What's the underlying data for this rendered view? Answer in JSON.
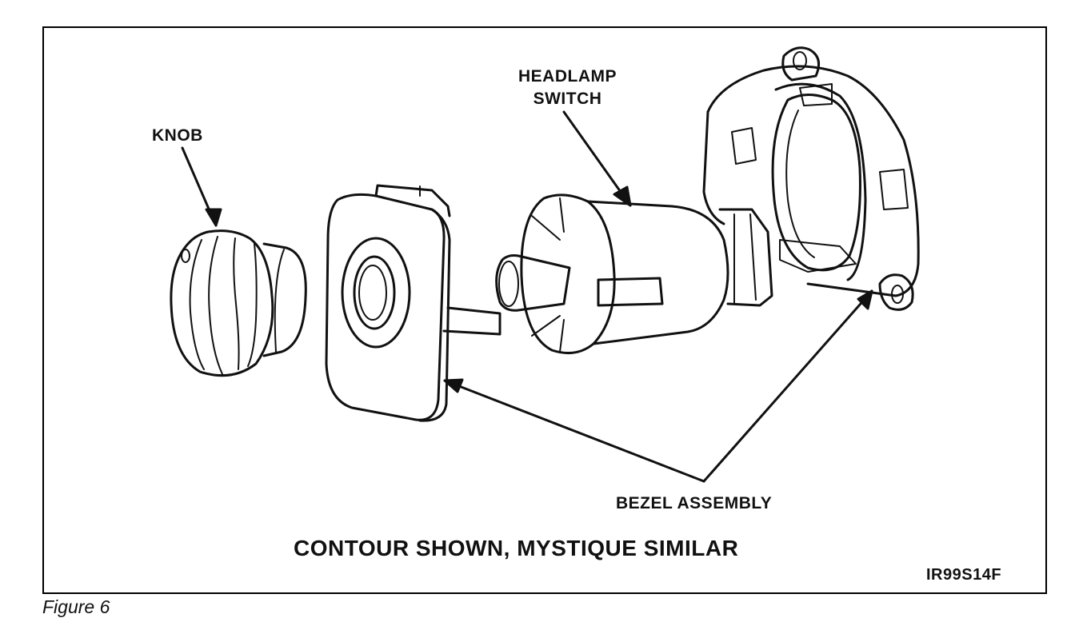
{
  "labels": {
    "knob": "KNOB",
    "headlamp_switch_line1": "HEADLAMP",
    "headlamp_switch_line2": "SWITCH",
    "bezel_assembly": "BEZEL ASSEMBLY"
  },
  "caption": "CONTOUR SHOWN, MYSTIQUE SIMILAR",
  "figure_id": "IR99S14F",
  "figure_number": "Figure 6",
  "colors": {
    "ink": "#111111",
    "paper": "#ffffff"
  }
}
